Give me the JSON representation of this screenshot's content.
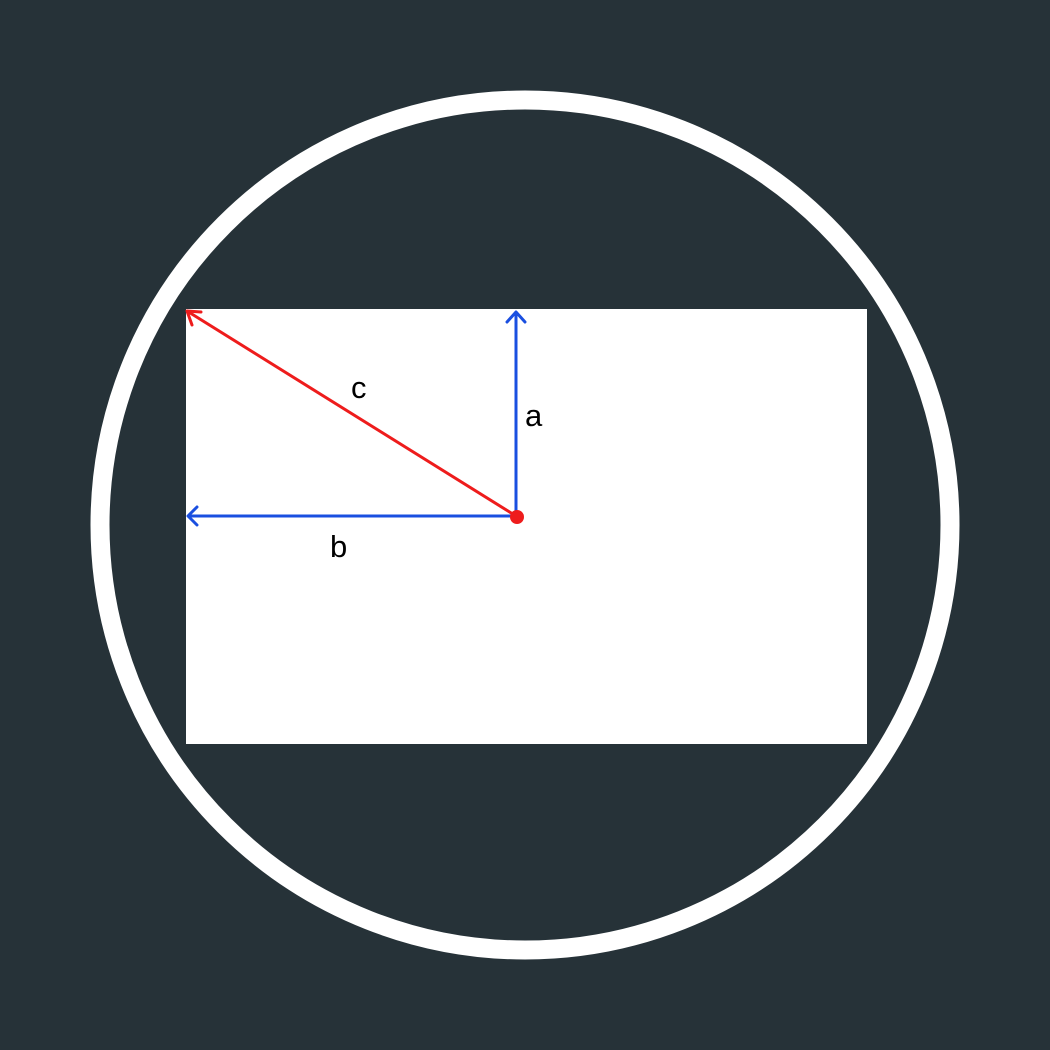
{
  "colors": {
    "background": "#263238",
    "ring": "#FFFFFF",
    "panel": "#FFFFFF",
    "leg_arrows": "#1A4FE0",
    "hypotenuse_arrow": "#EE1C1C",
    "origin_point": "#EE1C1C",
    "label_text": "#000000"
  },
  "labels": {
    "vertical_leg": "a",
    "horizontal_leg": "b",
    "hypotenuse": "c"
  },
  "icons": {
    "origin": "red-dot",
    "arrowheads": "chevron-open"
  }
}
